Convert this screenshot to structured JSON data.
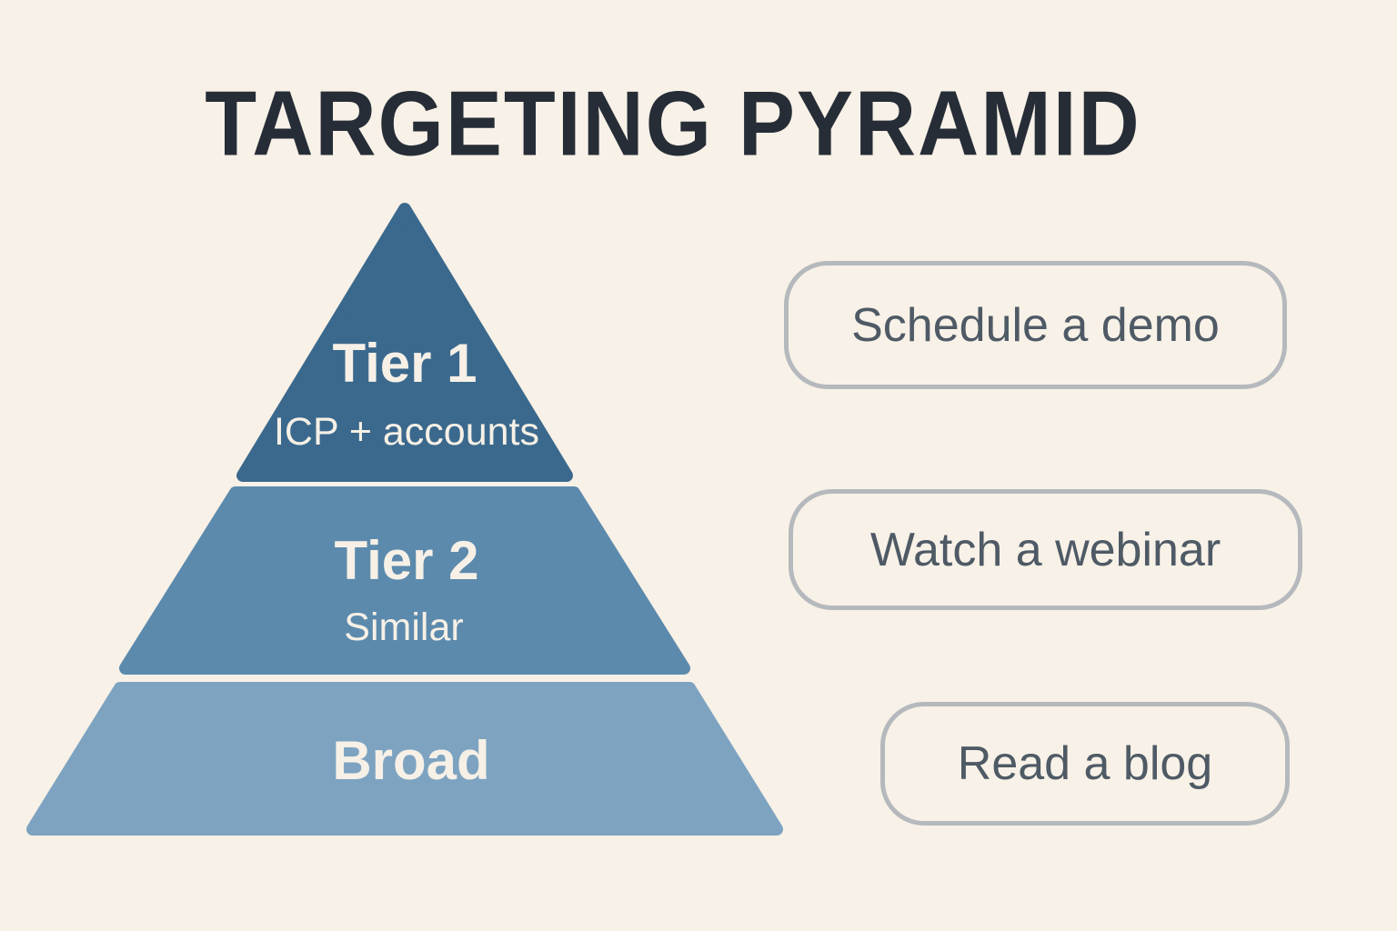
{
  "title": "TARGETING PYRAMID",
  "colors": {
    "background": "#f8f1e7",
    "title_text": "#262d37",
    "pyramid_text": "#f6f0e6",
    "tier1": "#3b698d",
    "tier2": "#5c8aad",
    "tier3": "#7da3c1",
    "button_border": "#b5b9bd",
    "button_text": "#4e5a65"
  },
  "pyramid": {
    "tiers": [
      {
        "label": "Tier 1",
        "sublabel": "ICP + accounts",
        "color": "#3b698d"
      },
      {
        "label": "Tier 2",
        "sublabel": "Similar",
        "color": "#5c8aad"
      },
      {
        "label": "Broad",
        "sublabel": "",
        "color": "#7da3c1"
      }
    ]
  },
  "buttons": [
    {
      "label": "Schedule a demo"
    },
    {
      "label": "Watch a webinar"
    },
    {
      "label": "Read a blog"
    }
  ]
}
